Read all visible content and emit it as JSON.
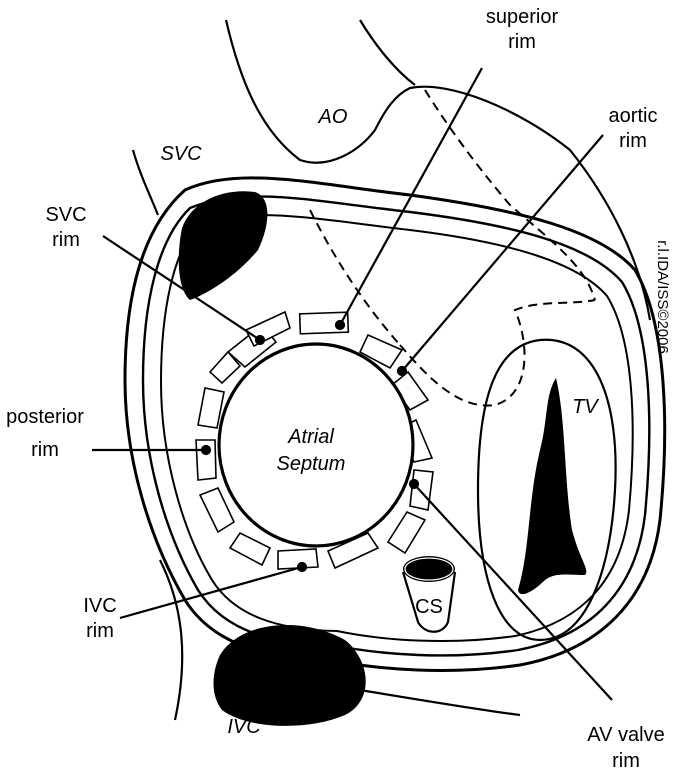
{
  "anatomy_labels": {
    "ao": "AO",
    "svc": "SVC",
    "ivc": "IVC",
    "tv": "TV",
    "cs": "CS",
    "center_line1": "Atrial",
    "center_line2": "Septum"
  },
  "rim_labels": {
    "superior": {
      "line1": "superior",
      "line2": "rim"
    },
    "aortic": {
      "line1": "aortic",
      "line2": "rim"
    },
    "svc": {
      "line1": "SVC",
      "line2": "rim"
    },
    "posterior": {
      "line1": "posterior",
      "line2": "rim"
    },
    "ivc": {
      "line1": "IVC",
      "line2": "rim"
    },
    "av_valve": {
      "line1": "AV valve",
      "line2": "rim"
    }
  },
  "signature": "r.l.IDA/ISS©2006"
}
